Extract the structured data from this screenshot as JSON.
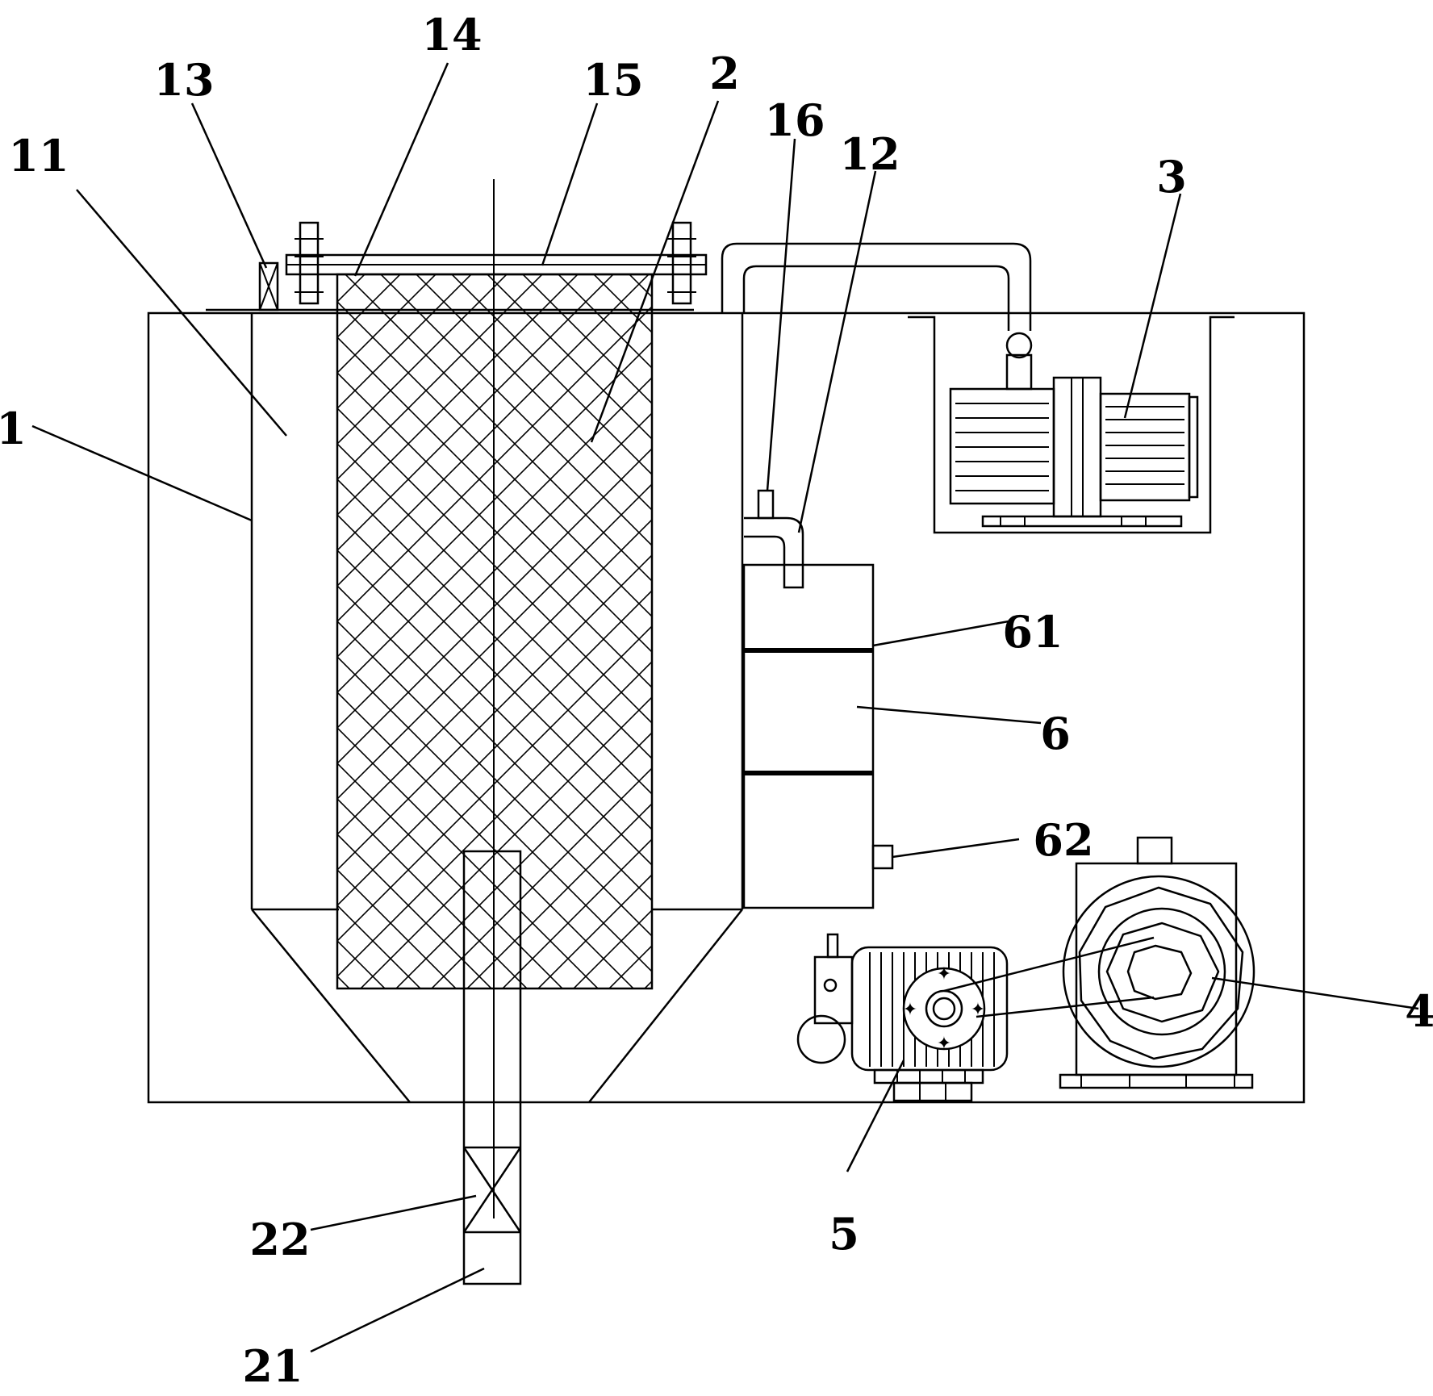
{
  "figure": {
    "colors": {
      "line": "#000000",
      "background": "#ffffff"
    },
    "labels": {
      "l1": "1",
      "l2": "2",
      "l3": "3",
      "l4": "4",
      "l5": "5",
      "l6": "6",
      "l11": "11",
      "l12": "12",
      "l13": "13",
      "l14": "14",
      "l15": "15",
      "l16": "16",
      "l21": "21",
      "l22": "22",
      "l61": "61",
      "l62": "62"
    }
  }
}
